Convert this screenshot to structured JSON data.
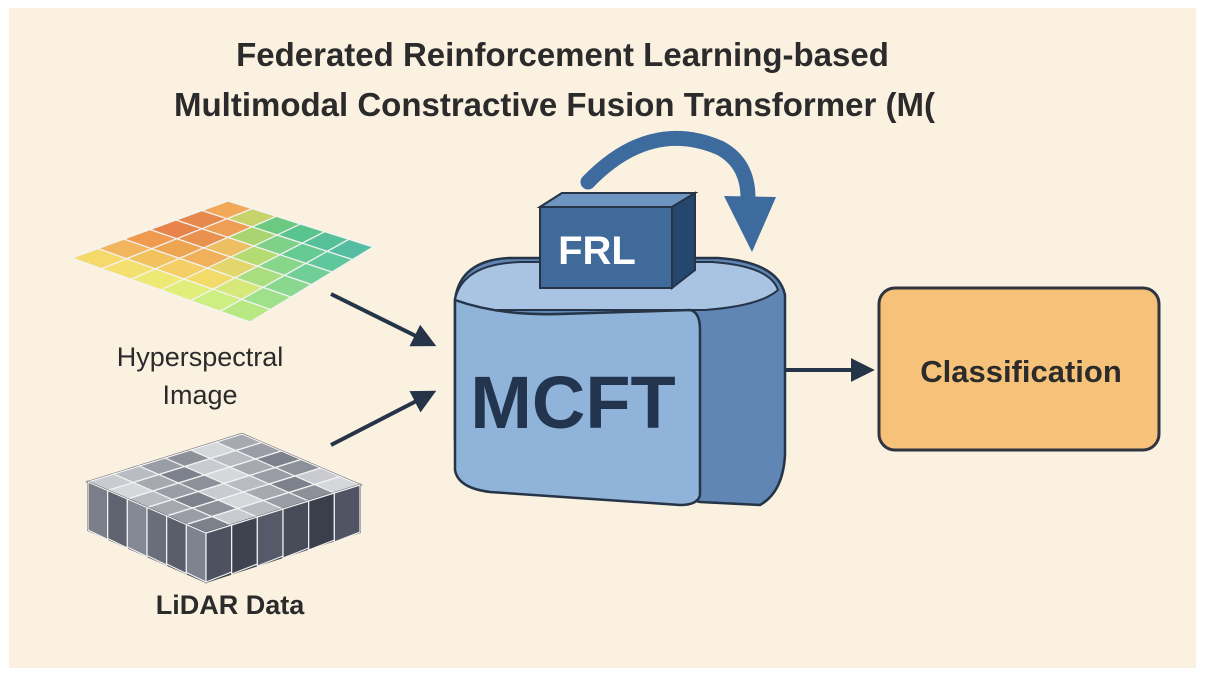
{
  "title": {
    "line1": "Federated Reinforcement Learning-based",
    "line2": "Multimodal Constractive Fusion Transformer (M("
  },
  "nodes": {
    "hyperspectral": {
      "line1": "Hyperspectral",
      "line2": "Image"
    },
    "lidar": {
      "label": "LiDAR Data"
    },
    "mcft": {
      "label": "MCFT"
    },
    "frl": {
      "label": "FRL"
    },
    "classification": {
      "label": "Classification"
    }
  },
  "colors": {
    "background": "#fbf1e0",
    "mcft_fill": "#8fb3d9",
    "frl_fill": "#3f6a99",
    "classification_fill": "#f6c27a",
    "feedback_arrow": "#3d6b9e",
    "edge": "#263447"
  }
}
